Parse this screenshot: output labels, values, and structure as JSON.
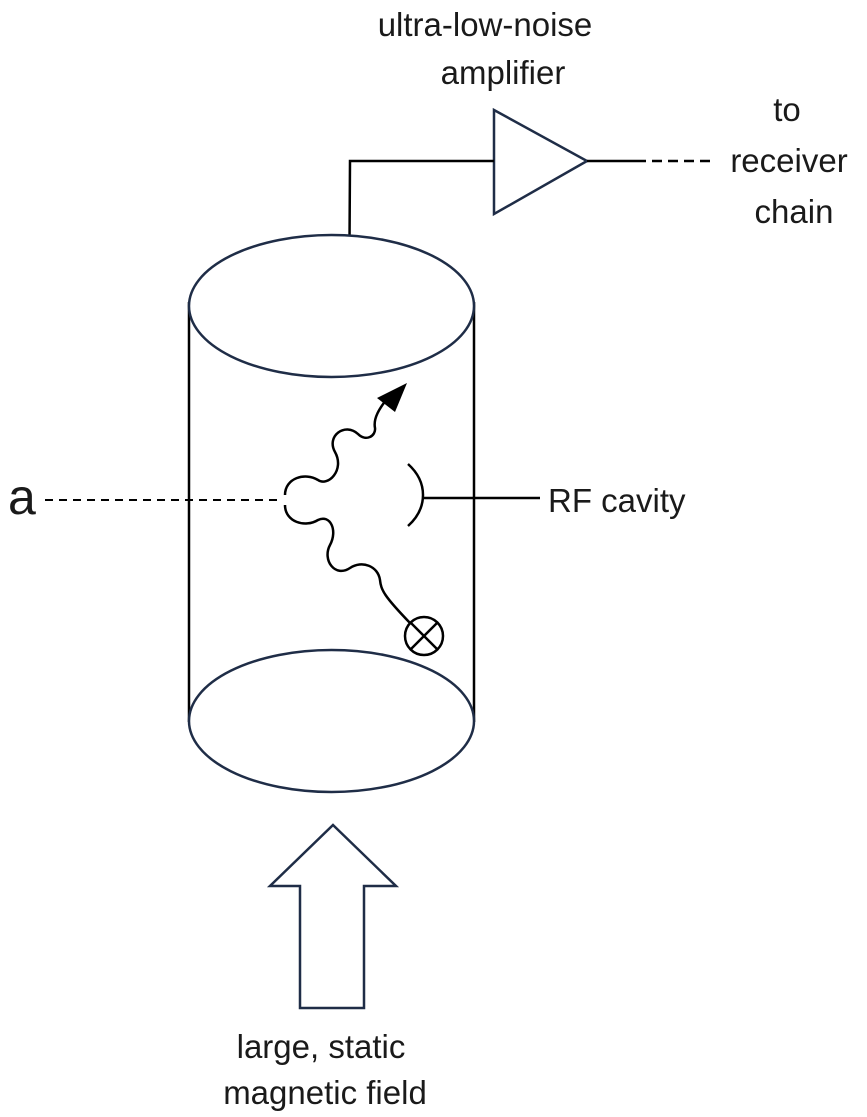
{
  "labels": {
    "amplifier_line1": "ultra-low-noise",
    "amplifier_line2": "amplifier",
    "receiver_line1": "to",
    "receiver_line2": "receiver",
    "receiver_line3": "chain",
    "axion": "a",
    "cavity": "RF cavity",
    "field_line1": "large, static",
    "field_line2": "magnetic field"
  },
  "colors": {
    "outline": "#1f2d47",
    "line": "#000000",
    "text": "#1a1a1a"
  }
}
